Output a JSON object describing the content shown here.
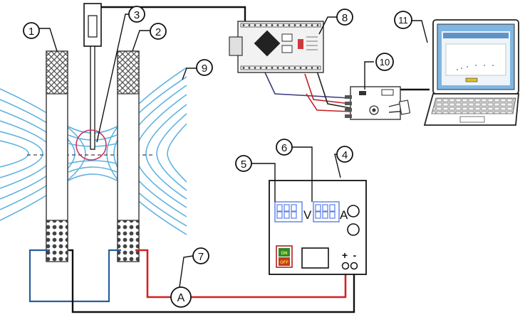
{
  "callouts": [
    {
      "id": "callout-1",
      "label": "1"
    },
    {
      "id": "callout-2",
      "label": "2"
    },
    {
      "id": "callout-3",
      "label": "3"
    },
    {
      "id": "callout-4",
      "label": "4"
    },
    {
      "id": "callout-5",
      "label": "5"
    },
    {
      "id": "callout-6",
      "label": "6"
    },
    {
      "id": "callout-7",
      "label": "7"
    },
    {
      "id": "callout-8",
      "label": "8"
    },
    {
      "id": "callout-9",
      "label": "9"
    },
    {
      "id": "callout-10",
      "label": "10"
    },
    {
      "id": "callout-11",
      "label": "11"
    }
  ],
  "power_supply": {
    "volt_unit": "V",
    "amp_unit": "A",
    "switch_on": "ON",
    "switch_off": "OFF",
    "terminal_plus": "+",
    "terminal_minus": "-"
  },
  "ammeter": {
    "symbol": "A"
  },
  "colors": {
    "wire_black": "#111111",
    "wire_red": "#d42020",
    "wire_blue": "#2a5d9c",
    "field_lines": "#5fb2e0",
    "highlight_circle": "#d0305a",
    "display_blue": "#5a7ee8",
    "switch_green": "#2f8a2f"
  },
  "icons": {
    "arduino": "microcontroller-board-icon",
    "sensor": "sensor-module-icon",
    "laptop": "laptop-icon"
  }
}
